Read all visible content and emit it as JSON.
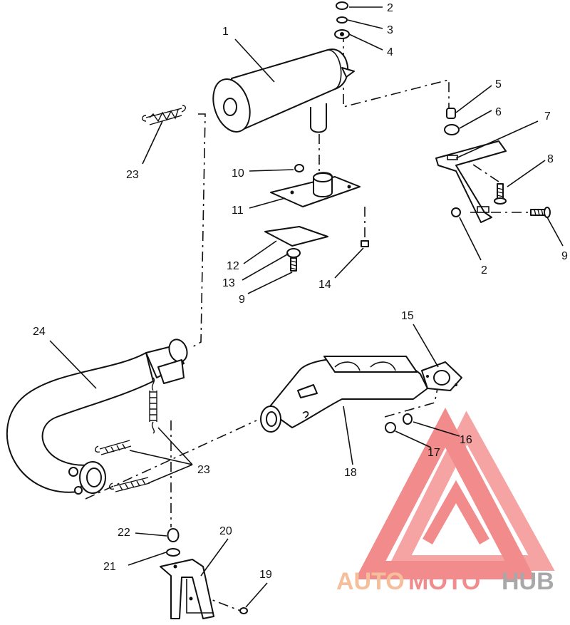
{
  "callouts": {
    "c1": "1",
    "c2a": "2",
    "c3": "3",
    "c4": "4",
    "c5": "5",
    "c6": "6",
    "c7": "7",
    "c8": "8",
    "c9a": "9",
    "c2b": "2",
    "c9b": "9",
    "c10": "10",
    "c11": "11",
    "c12": "12",
    "c13": "13",
    "c14": "14",
    "c15": "15",
    "c16": "16",
    "c17": "17",
    "c18": "18",
    "c19": "19",
    "c20": "20",
    "c21": "21",
    "c22": "22",
    "c23a": "23",
    "c23b": "23",
    "c24": "24"
  },
  "watermark": {
    "part1": "AUTO",
    "part2": "MOTO",
    "part3": "HUB",
    "color_orange": "#f5b48a",
    "color_red": "#f07878",
    "color_gray": "#9a9a9a"
  }
}
